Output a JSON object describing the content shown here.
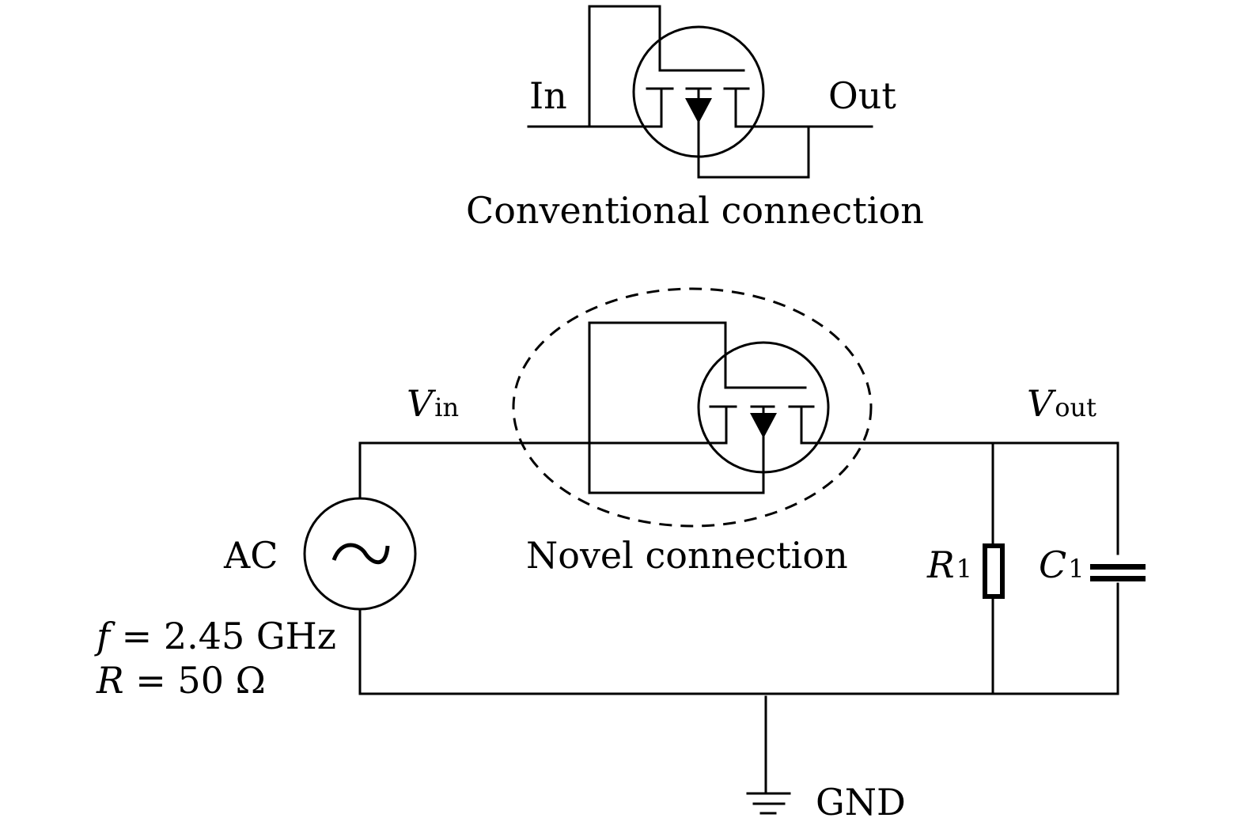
{
  "conventional": {
    "caption": "Conventional connection",
    "in_label": "In",
    "out_label": "Out"
  },
  "novel": {
    "caption": "Novel connection",
    "vin": {
      "main": "V",
      "sub": "in"
    },
    "vout": {
      "main": "V",
      "sub": "out"
    }
  },
  "source": {
    "label": "AC",
    "symbol": "~",
    "freq": {
      "var": "f",
      "eq": " = 2.45 GHz"
    },
    "res": {
      "var": "R",
      "eq": " = 50 Ω"
    }
  },
  "load": {
    "resistor": {
      "main": "R",
      "sub": "1"
    },
    "capacitor": {
      "main": "C",
      "sub": "1"
    }
  },
  "ground": {
    "label": "GND"
  }
}
